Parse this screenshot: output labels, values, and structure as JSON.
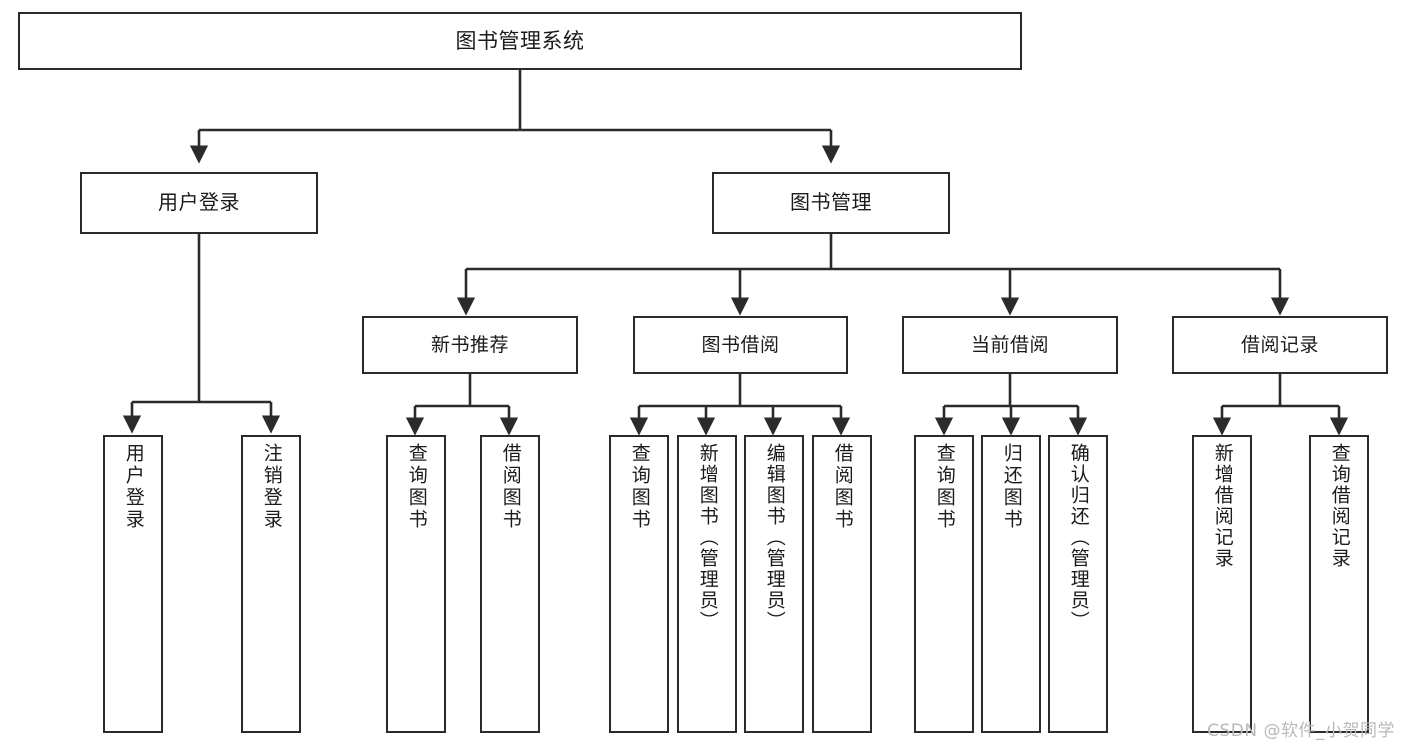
{
  "diagram": {
    "title": "图书管理系统",
    "type": "tree",
    "root": {
      "label": "图书管理系统"
    },
    "level1": [
      {
        "label": "用户登录"
      },
      {
        "label": "图书管理"
      }
    ],
    "level2": [
      {
        "label": "新书推荐"
      },
      {
        "label": "图书借阅"
      },
      {
        "label": "当前借阅"
      },
      {
        "label": "借阅记录"
      }
    ],
    "leaves": {
      "user_login": [
        {
          "label": "用户登录"
        },
        {
          "label": "注销登录"
        }
      ],
      "new_book_recommend": [
        {
          "label": "查询图书"
        },
        {
          "label": "借阅图书"
        }
      ],
      "book_borrow": [
        {
          "label": "查询图书"
        },
        {
          "label": "新增图书（管理员）"
        },
        {
          "label": "编辑图书（管理员）"
        },
        {
          "label": "借阅图书"
        }
      ],
      "current_borrow": [
        {
          "label": "查询图书"
        },
        {
          "label": "归还图书"
        },
        {
          "label": "确认归还（管理员）"
        }
      ],
      "borrow_record": [
        {
          "label": "新增借阅记录"
        },
        {
          "label": "查询借阅记录"
        }
      ]
    }
  },
  "watermark": {
    "text": "CSDN @软件_小贺同学"
  },
  "colors": {
    "background": "#ffffff",
    "node_border": "#2b2b2b",
    "node_fill": "#ffffff",
    "text": "#1b1b1b",
    "connector": "#2b2b2b",
    "watermark": "#b9b9b9"
  }
}
